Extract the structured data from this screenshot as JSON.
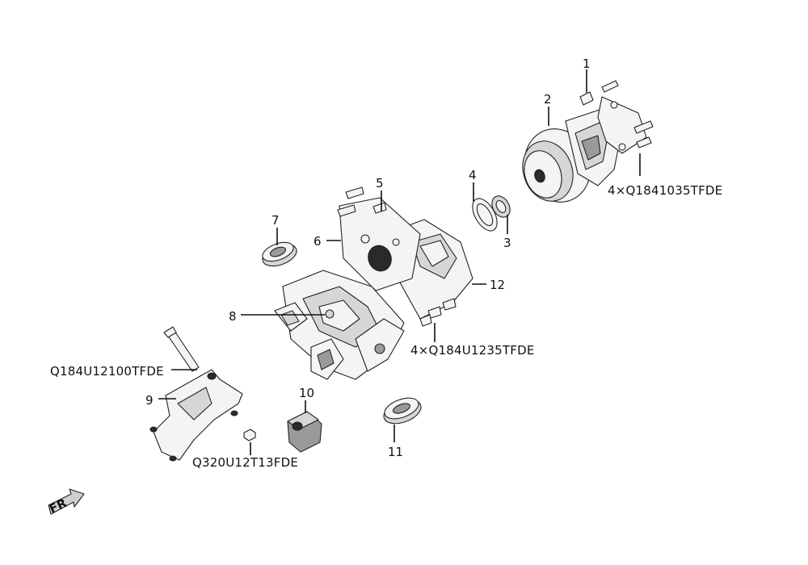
{
  "diagram": {
    "callouts": [
      {
        "id": "1",
        "text": "1"
      },
      {
        "id": "2",
        "text": "2"
      },
      {
        "id": "3",
        "text": "3"
      },
      {
        "id": "4",
        "text": "4"
      },
      {
        "id": "5",
        "text": "5"
      },
      {
        "id": "6",
        "text": "6"
      },
      {
        "id": "7",
        "text": "7"
      },
      {
        "id": "8",
        "text": "8"
      },
      {
        "id": "9",
        "text": "9"
      },
      {
        "id": "10",
        "text": "10"
      },
      {
        "id": "11",
        "text": "11"
      },
      {
        "id": "12",
        "text": "12"
      }
    ],
    "part_numbers": {
      "bolts_pump": "4×Q1841035TFDE",
      "bolts_bracket": "4×Q184U1235TFDE",
      "bolt_mount": "Q184U12100TFDE",
      "nut_mount": "Q320U12T13FDE"
    },
    "direction_mark": "FR"
  }
}
